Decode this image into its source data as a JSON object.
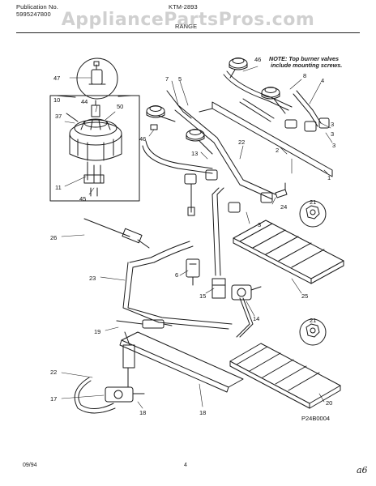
{
  "header": {
    "publication_label": "Publication No.",
    "publication_number": "5995247800",
    "model": "KTM-2893",
    "section": "RANGE"
  },
  "watermark": "AppliancePartsPros.com",
  "note": {
    "line1": "NOTE: Top burner valves",
    "line2": "include mounting screws."
  },
  "callouts": {
    "c1": "1",
    "c2": "2",
    "c3a": "3",
    "c3b": "3",
    "c3c": "3",
    "c3d": "3",
    "c4": "4",
    "c5": "5",
    "c6": "6",
    "c7": "7",
    "c8": "8",
    "c10": "10",
    "c11": "11",
    "c13": "13",
    "c14": "14",
    "c15": "15",
    "c17": "17",
    "c18a": "18",
    "c18b": "18",
    "c19": "19",
    "c20": "20",
    "c21a": "21",
    "c21b": "21",
    "c22a": "22",
    "c22b": "22",
    "c23": "23",
    "c24": "24",
    "c25": "25",
    "c26": "26",
    "c37": "37",
    "c44": "44",
    "c45": "45",
    "c46a": "46",
    "c46b": "46",
    "c47": "47",
    "c50": "50"
  },
  "drawing_code": "P24B0004",
  "footer": {
    "date": "09/94",
    "page": "4",
    "handwritten": "a6"
  }
}
